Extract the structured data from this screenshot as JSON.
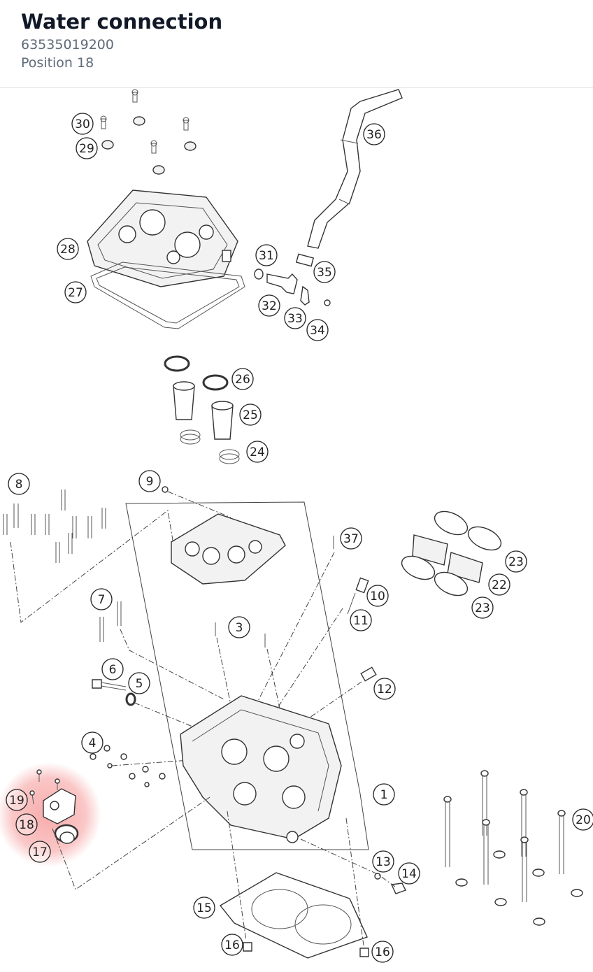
{
  "header": {
    "title": "Water connection",
    "part_number": "63535019200",
    "position_label": "Position 18"
  },
  "diagram": {
    "highlight_color": "#ef4444",
    "callouts": [
      {
        "n": "1"
      },
      {
        "n": "3"
      },
      {
        "n": "4"
      },
      {
        "n": "5"
      },
      {
        "n": "6"
      },
      {
        "n": "7"
      },
      {
        "n": "8"
      },
      {
        "n": "9"
      },
      {
        "n": "10"
      },
      {
        "n": "11"
      },
      {
        "n": "12"
      },
      {
        "n": "13"
      },
      {
        "n": "14"
      },
      {
        "n": "15"
      },
      {
        "n": "16"
      },
      {
        "n": "16"
      },
      {
        "n": "17",
        "highlighted": true
      },
      {
        "n": "18",
        "highlighted": true
      },
      {
        "n": "19",
        "highlighted": true
      },
      {
        "n": "20"
      },
      {
        "n": "22"
      },
      {
        "n": "23"
      },
      {
        "n": "23"
      },
      {
        "n": "24"
      },
      {
        "n": "25"
      },
      {
        "n": "26"
      },
      {
        "n": "27"
      },
      {
        "n": "28"
      },
      {
        "n": "29"
      },
      {
        "n": "30"
      },
      {
        "n": "31"
      },
      {
        "n": "32"
      },
      {
        "n": "33"
      },
      {
        "n": "34"
      },
      {
        "n": "35"
      },
      {
        "n": "36"
      },
      {
        "n": "37"
      }
    ]
  }
}
